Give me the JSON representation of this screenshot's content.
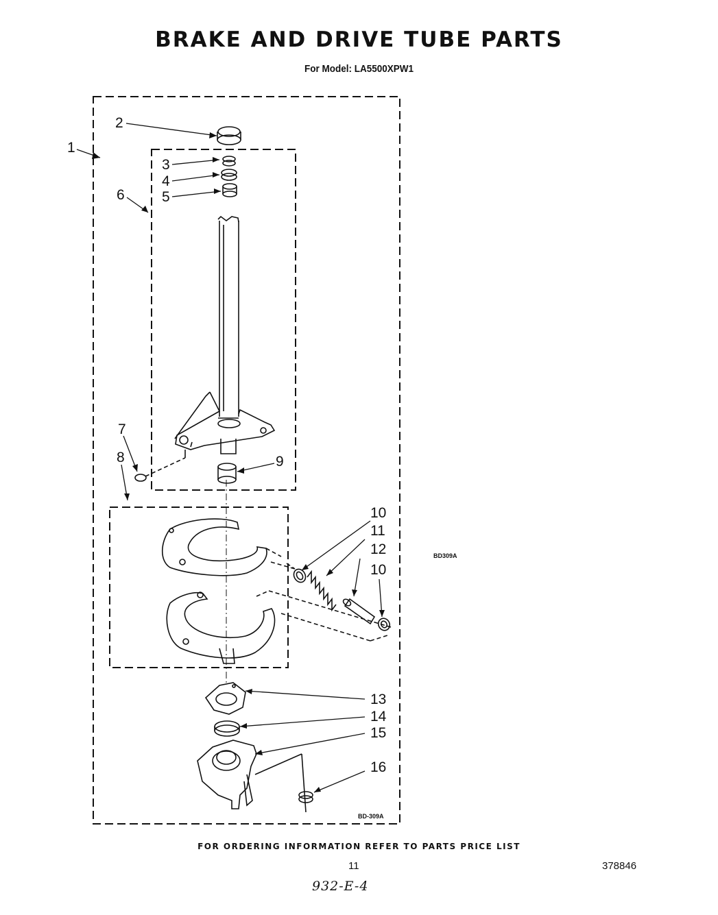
{
  "header": {
    "title": "BRAKE AND DRIVE TUBE PARTS",
    "subtitle": "For Model: LA5500XPW1"
  },
  "diagram": {
    "callouts": {
      "c1": "1",
      "c2": "2",
      "c3": "3",
      "c4": "4",
      "c5": "5",
      "c6": "6",
      "c7": "7",
      "c8": "8",
      "c9": "9",
      "c10a": "10",
      "c11": "11",
      "c12": "12",
      "c10b": "10",
      "c13": "13",
      "c14": "14",
      "c15": "15",
      "c16": "16"
    },
    "code_side": "BD309A",
    "code_box": "BD-309A"
  },
  "footer": {
    "ordering_note": "FOR ORDERING INFORMATION REFER TO PARTS PRICE LIST",
    "page_number": "11",
    "document_number": "378846",
    "handwritten_note": "932-E-4"
  }
}
